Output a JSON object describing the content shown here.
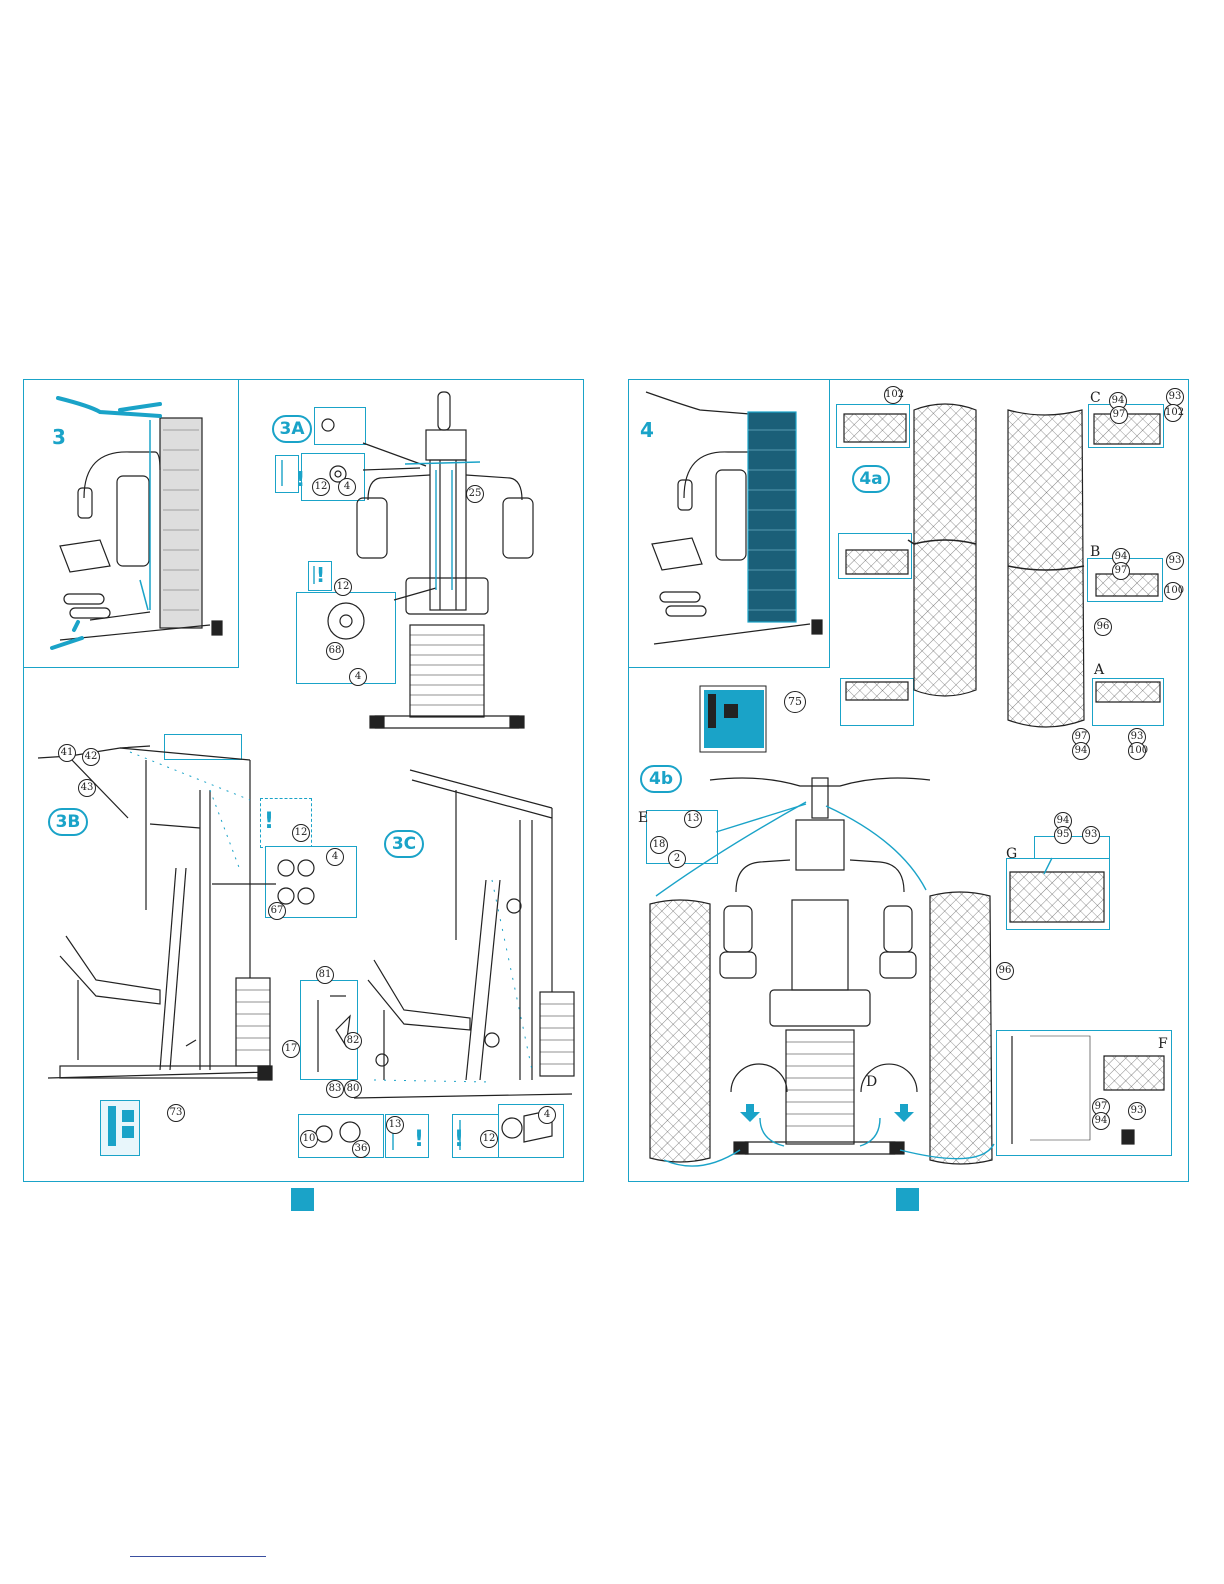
{
  "accent_color": "#1aa3c8",
  "left_page": {
    "step": "3",
    "labels": {
      "a": "3A",
      "b": "3B",
      "c": "3C"
    },
    "callouts_3a": [
      "12",
      "4",
      "12",
      "68",
      "4",
      "25"
    ],
    "callouts_3b": [
      "41",
      "42",
      "43",
      "12",
      "4",
      "67",
      "73",
      "81",
      "82",
      "83",
      "80",
      "17"
    ],
    "callouts_3c": [
      "10",
      "13",
      "12",
      "4",
      "36"
    ]
  },
  "right_page": {
    "step": "4",
    "labels": {
      "a": "4a",
      "b": "4b"
    },
    "callouts_4a": [
      "102",
      "94",
      "97",
      "93",
      "102",
      "96",
      "94",
      "97",
      "93",
      "100",
      "93",
      "97",
      "94",
      "100"
    ],
    "letters_4a": [
      "C",
      "B",
      "A"
    ],
    "callout_75": "75",
    "callouts_4b": [
      "13",
      "18",
      "2",
      "94",
      "95",
      "93",
      "96",
      "97",
      "94",
      "93"
    ],
    "letters_4b": [
      "E",
      "G",
      "D",
      "F"
    ]
  }
}
